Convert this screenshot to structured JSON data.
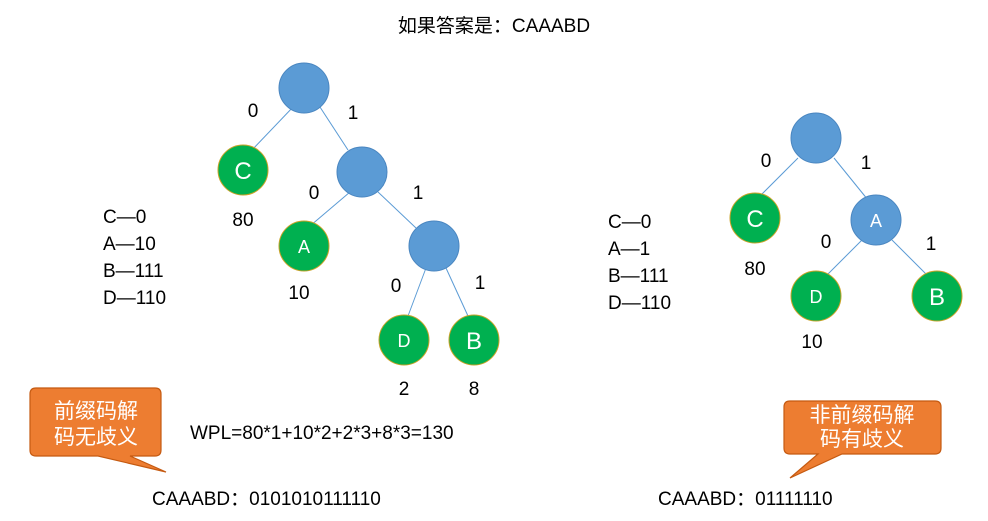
{
  "title": "如果答案是：CAAABD",
  "colors": {
    "internal": "#5b9bd5",
    "leaf": "#00b050",
    "leaf_stroke": "#c9a227",
    "edge": "#5b9bd5",
    "callout": "#ed7d31"
  },
  "left_tree": {
    "edges": [
      {
        "label": "0"
      },
      {
        "label": "1"
      },
      {
        "label": "0"
      },
      {
        "label": "1"
      },
      {
        "label": "0"
      },
      {
        "label": "1"
      }
    ],
    "leaves": [
      {
        "letter": "C",
        "weight": "80"
      },
      {
        "letter": "A",
        "weight": "10"
      },
      {
        "letter": "D",
        "weight": "2"
      },
      {
        "letter": "B",
        "weight": "8"
      }
    ],
    "codes": [
      "C—0",
      "A—10",
      "B—111",
      "D—110"
    ],
    "callout": [
      "前缀码解",
      "码无歧义"
    ],
    "wpl": "WPL=80*1+10*2+2*3+8*3=130",
    "encoding": "CAAABD：0101010111110"
  },
  "right_tree": {
    "edges": [
      {
        "label": "0"
      },
      {
        "label": "1"
      },
      {
        "label": "0"
      },
      {
        "label": "1"
      }
    ],
    "nodes": [
      {
        "letter": "C",
        "weight": "80"
      },
      {
        "letter": "A"
      },
      {
        "letter": "D",
        "weight": "10"
      },
      {
        "letter": "B"
      }
    ],
    "codes": [
      "C—0",
      "A—1",
      "B—111",
      "D—110"
    ],
    "callout": [
      "非前缀码解",
      "码有歧义"
    ],
    "encoding": "CAAABD：01111110"
  }
}
